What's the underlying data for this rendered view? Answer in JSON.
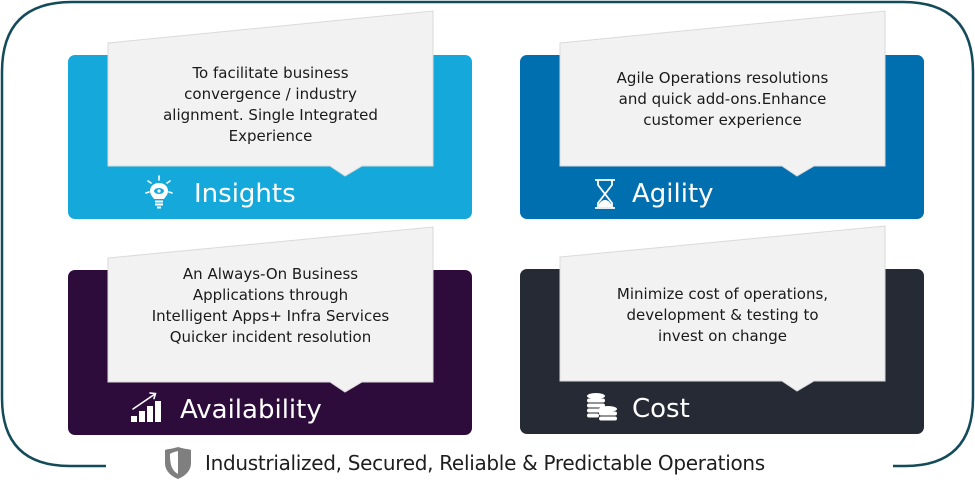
{
  "cards": [
    {
      "id": "insights",
      "title": "Insights",
      "icon": "lightbulb-eye-icon",
      "color": "#15A9DB",
      "description_lines": [
        "To facilitate business",
        "convergence / industry",
        "alignment. Single Integrated",
        "Experience"
      ]
    },
    {
      "id": "agility",
      "title": "Agility",
      "icon": "hourglass-icon",
      "color": "#006FB0",
      "description_lines": [
        "Agile Operations resolutions",
        "and quick add-ons.Enhance",
        "customer experience"
      ]
    },
    {
      "id": "availability",
      "title": "Availability",
      "icon": "growth-chart-icon",
      "color": "#2D0C3C",
      "description_lines": [
        "An Always-On Business",
        "Applications  through",
        "Intelligent Apps+ Infra Services",
        "Quicker incident resolution"
      ]
    },
    {
      "id": "cost",
      "title": "Cost",
      "icon": "coin-stack-icon",
      "color": "#262A35",
      "description_lines": [
        "Minimize cost of operations,",
        "development & testing to",
        "invest on change"
      ]
    }
  ],
  "footer": {
    "icon": "shield-icon",
    "text": "Industrialized, Secured, Reliable & Predictable Operations"
  },
  "colors": {
    "frame_border": "#134B5A",
    "callout_fill": "#F2F2F2",
    "shield_gray": "#7F7F7F"
  }
}
